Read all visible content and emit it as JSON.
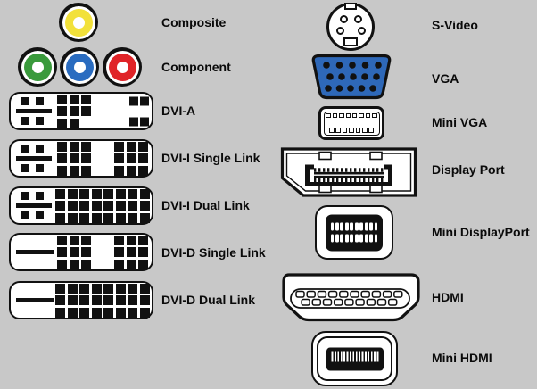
{
  "diagram": {
    "background_color": "#c8c8c8",
    "left_column": [
      {
        "label": "Composite",
        "icon": "composite-rca-icon"
      },
      {
        "label": "Component",
        "icon": "component-rca-icon"
      },
      {
        "label": "DVI-A",
        "icon": "dvi-a-icon"
      },
      {
        "label": "DVI-I Single Link",
        "icon": "dvi-i-single-link-icon"
      },
      {
        "label": "DVI-I Dual Link",
        "icon": "dvi-i-dual-link-icon"
      },
      {
        "label": "DVI-D Single Link",
        "icon": "dvi-d-single-link-icon"
      },
      {
        "label": "DVI-D Dual Link",
        "icon": "dvi-d-dual-link-icon"
      }
    ],
    "right_column": [
      {
        "label": "S-Video",
        "icon": "s-video-icon"
      },
      {
        "label": "VGA",
        "icon": "vga-icon"
      },
      {
        "label": "Mini VGA",
        "icon": "mini-vga-icon"
      },
      {
        "label": "Display Port",
        "icon": "display-port-icon"
      },
      {
        "label": "Mini DisplayPort",
        "icon": "mini-displayport-icon"
      },
      {
        "label": "HDMI",
        "icon": "hdmi-icon"
      },
      {
        "label": "Mini HDMI",
        "icon": "mini-hdmi-icon"
      }
    ],
    "colors": {
      "composite_yellow": "#f2e13a",
      "component_green": "#3a9a3c",
      "component_blue": "#2a6cc0",
      "component_red": "#e02428",
      "vga_blue": "#2e68b8",
      "outline_black": "#111111",
      "connector_white": "#ffffff"
    }
  }
}
